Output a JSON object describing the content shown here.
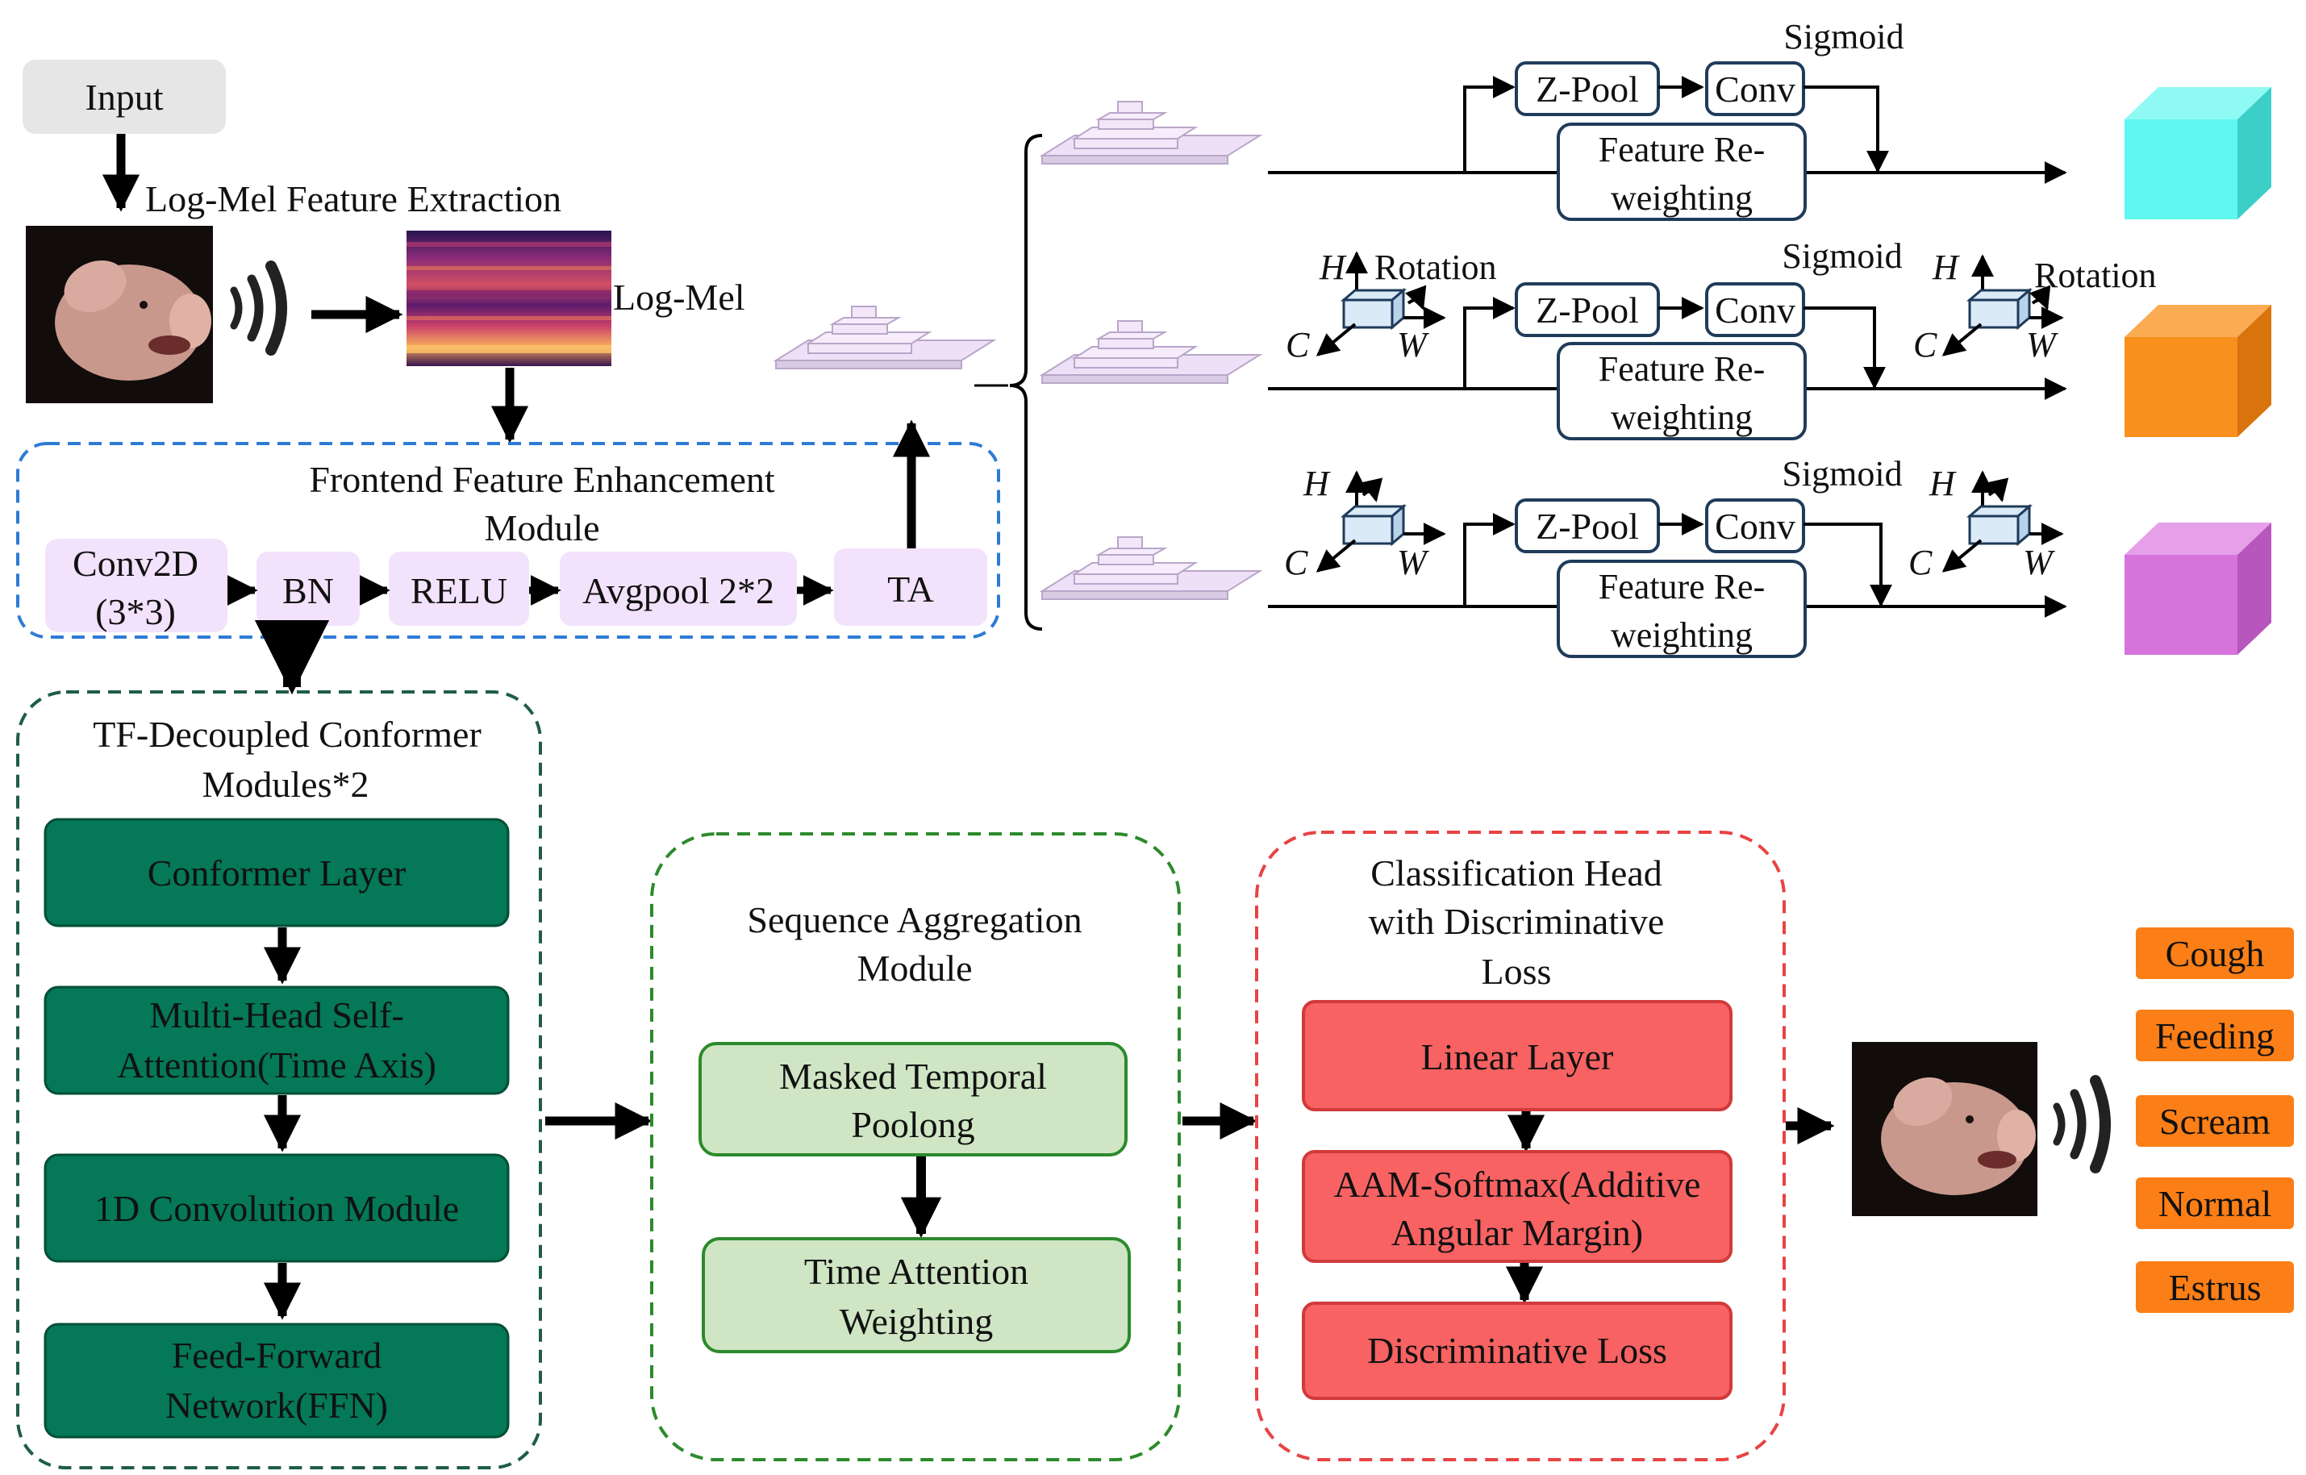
{
  "input": {
    "label": "Input"
  },
  "feature_extraction": {
    "label": "Log-Mel Feature Extraction",
    "logmel_label": "Log-Mel"
  },
  "frontend": {
    "title_line1": "Frontend Feature Enhancement",
    "title_line2": "Module",
    "blocks": [
      {
        "line1": "Conv2D",
        "line2": "(3*3)"
      },
      {
        "line1": "BN"
      },
      {
        "line1": "RELU"
      },
      {
        "line1": "Avgpool 2*2"
      },
      {
        "line1": "TA"
      }
    ]
  },
  "triplet_branches": {
    "zpool_label": "Z-Pool",
    "conv_label": "Conv",
    "sigmoid_label": "Sigmoid",
    "reweight_line1": "Feature Re-",
    "reweight_line2": "weighting",
    "rotation_label": "Rotation",
    "axis_h": "H",
    "axis_c": "C",
    "axis_w": "W",
    "output_colors": [
      "#5ff7f0",
      "#f98f1c",
      "#d774dc"
    ]
  },
  "conformer": {
    "title_line1": "TF-Decoupled Conformer",
    "title_line2": "Modules*2",
    "layers": [
      {
        "line1": "Conformer Layer"
      },
      {
        "line1": "Multi-Head Self-",
        "line2": "Attention(Time Axis)"
      },
      {
        "line1": "1D Convolution Module"
      },
      {
        "line1": "Feed-Forward",
        "line2": "Network(FFN)"
      }
    ]
  },
  "aggregation": {
    "title_line1": "Sequence Aggregation",
    "title_line2": "Module",
    "blocks": [
      {
        "line1": "Masked Temporal",
        "line2": "Poolong"
      },
      {
        "line1": "Time Attention",
        "line2": "Weighting"
      }
    ]
  },
  "classification": {
    "title_line1": "Classification Head",
    "title_line2": "with Discriminative",
    "title_line3": "Loss",
    "blocks": [
      {
        "line1": "Linear Layer"
      },
      {
        "line1": "AAM-Softmax(Additive",
        "line2": "Angular Margin)"
      },
      {
        "line1": "Discriminative Loss"
      }
    ]
  },
  "outputs": {
    "classes": [
      "Cough",
      "Feeding",
      "Scream",
      "Normal",
      "Estrus"
    ]
  },
  "colors": {
    "input_gray": "#e6e6e6",
    "frontend_lavender": "#f3e2fb",
    "frontend_border": "#2e7bd6",
    "conformer_green": "#047857",
    "conformer_border": "#1f5c4a",
    "aggregation_light_green": "#cfe5c4",
    "aggregation_border": "#2c8a2c",
    "classification_red": "#f86262",
    "classification_border": "#e84343",
    "class_orange": "#fb7e16"
  }
}
